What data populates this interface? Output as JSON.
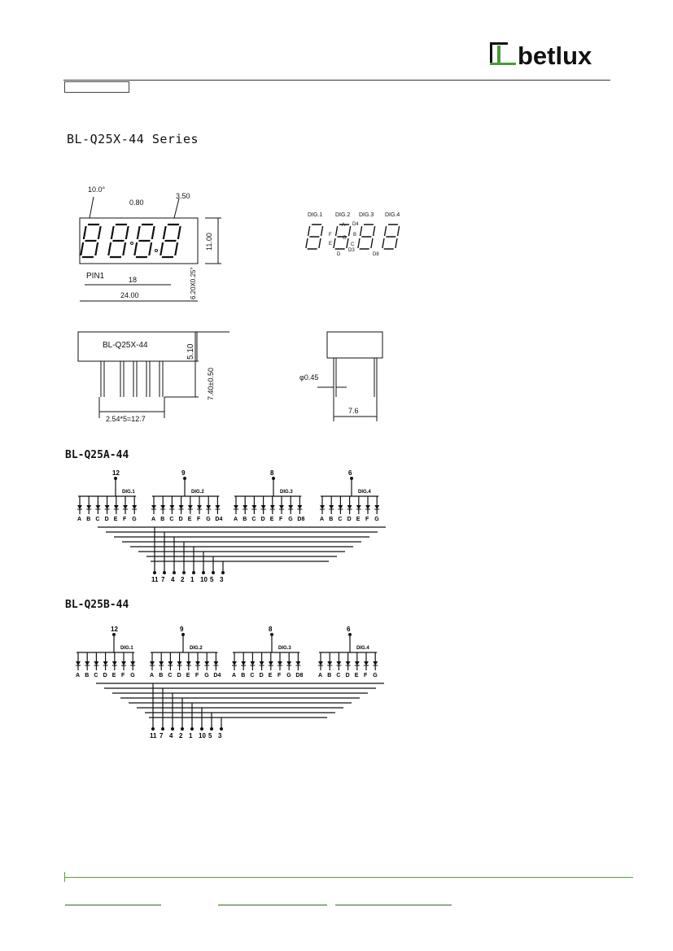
{
  "brand": {
    "name": "betlux",
    "mark_color": "#4a9a3a"
  },
  "header": {
    "tab_label": ""
  },
  "series_title": "BL-Q25X-44  Series",
  "top_view": {
    "dims": {
      "angle": "10.0°",
      "dp_gap": "0.80",
      "seg_width": "3.50",
      "pin_span": "18",
      "width": "24.00",
      "height": "11.00",
      "digit_height": "6.20X0.25°",
      "pin1": "PIN1"
    }
  },
  "segment_map": {
    "digits": [
      "DIG.1",
      "DIG.2",
      "DIG.3",
      "DIG.4"
    ],
    "labels": [
      "F",
      "A",
      "D4",
      "E",
      "B",
      "G",
      "C",
      "D",
      "D3",
      "D8"
    ]
  },
  "side_view": {
    "part": "BL-Q25X-44",
    "height_dim": "5.10",
    "pin_len": "7.40±0.50",
    "pitch": "2.54*5=12.7"
  },
  "end_view": {
    "pin_dia": "φ0.45",
    "width": "7.6"
  },
  "schematic_a": {
    "title": "BL-Q25A-44",
    "common_pins": [
      "12",
      "9",
      "8",
      "6"
    ],
    "digits": [
      "DIG.1",
      "DIG.2",
      "DIG.3",
      "DIG.4"
    ],
    "segments": [
      "A",
      "B",
      "C",
      "D",
      "E",
      "F",
      "G"
    ],
    "extra": [
      "D4",
      "D8"
    ],
    "bottom_pins": [
      "11",
      "7",
      "4",
      "2",
      "1",
      "10",
      "5",
      "3"
    ]
  },
  "schematic_b": {
    "title": "BL-Q25B-44",
    "common_pins": [
      "12",
      "9",
      "8",
      "6"
    ],
    "digits": [
      "DIG.1",
      "DIG.2",
      "DIG.3",
      "DIG.4"
    ],
    "segments": [
      "A",
      "B",
      "C",
      "D",
      "E",
      "F",
      "G"
    ],
    "extra": [
      "D4",
      "D8"
    ],
    "bottom_pins": [
      "11",
      "7",
      "4",
      "2",
      "1",
      "10",
      "5",
      "3"
    ]
  }
}
